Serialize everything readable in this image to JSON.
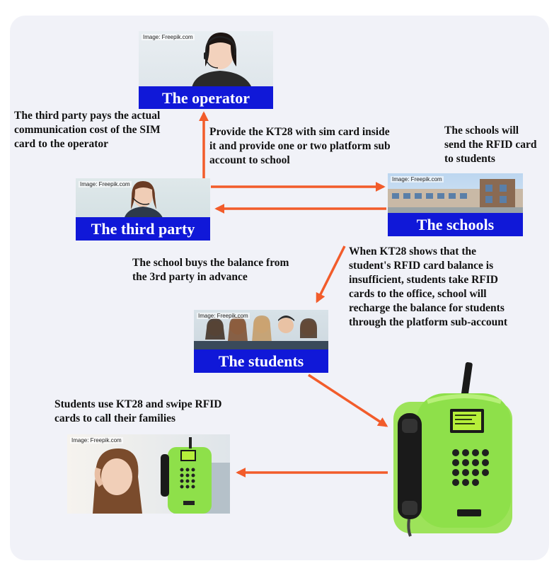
{
  "credit": "Image: Freepik.com",
  "nodes": {
    "operator": "The operator",
    "third_party": "The third party",
    "schools": "The schools",
    "students": "The students"
  },
  "notes": {
    "third_party_pays": "The third party pays the actual\ncommunication cost of the SIM\ncard to the operator",
    "provide_kt28": "Provide the KT28 with sim card inside\nit and provide one or two platform sub\naccount to school",
    "schools_send": "The schools will\nsend the RFID card\nto students",
    "school_buys": "The school buys the balance from\nthe 3rd party in advance",
    "kt28_shows": "When KT28 shows that the\nstudent's RFID card balance is\ninsufficient, students take RFID\ncards to the office, school will\nrecharge the balance for students\nthrough the platform sub-account",
    "students_use": "Students use KT28 and swipe RFID\ncards to call their families"
  },
  "colors": {
    "arrow": "#f25c2b",
    "label_bg": "#1018d8",
    "phone_green": "#8ee04a"
  }
}
